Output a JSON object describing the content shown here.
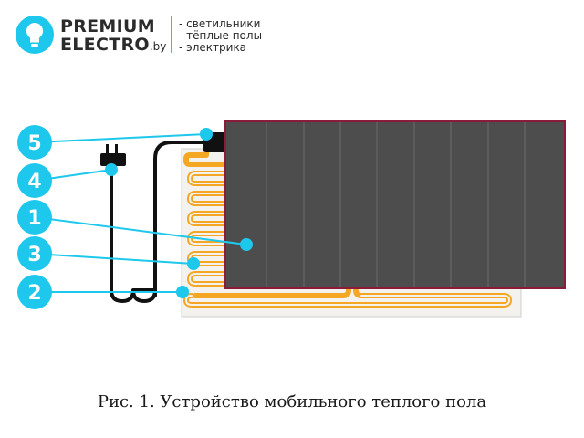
{
  "logo": {
    "name_line1": "PREMIUM",
    "name_line2": "ELECTRO",
    "domain": ".by",
    "accent_color": "#1ec8ec",
    "mark_icon": "bulb-icon",
    "tagline": [
      "- светильники",
      "- тёплые полы",
      "- электрика"
    ]
  },
  "diagram": {
    "callout_color": "#1ec8ec",
    "heating_cable_color": "#f5a623",
    "mat_color": "#4d4d4d",
    "mat_border_color": "#8a1c3a",
    "callouts": [
      "5",
      "4",
      "1",
      "3",
      "2"
    ],
    "icons": [
      "plug-icon",
      "thermostat-icon"
    ]
  },
  "caption": "Рис. 1.  Устройство мобильного теплого пола"
}
